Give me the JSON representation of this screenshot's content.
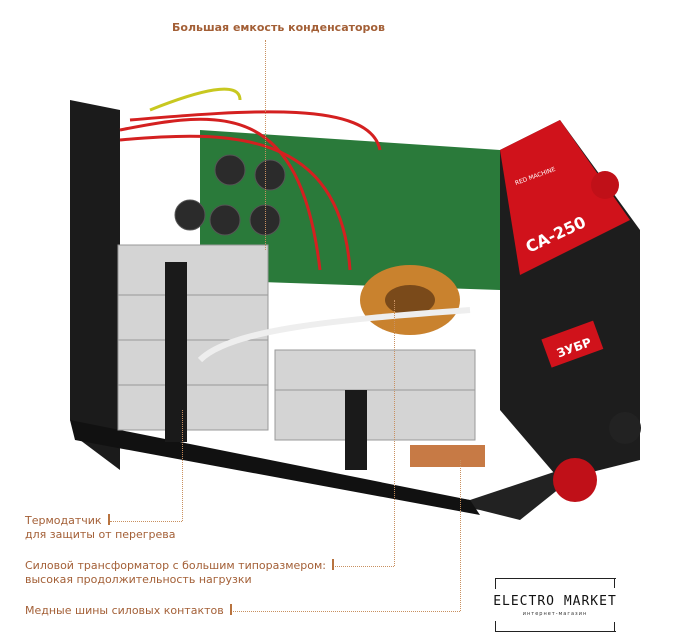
{
  "annotations": {
    "capacitors": "Большая емкость конденсаторов",
    "thermo_line1": "Термодатчик",
    "thermo_line2": "для защиты от перегрева",
    "transformer_line1": "Силовой трансформатор с большим типоразмером:",
    "transformer_line2": "высокая продолжительность нагрузки",
    "copper": "Медные шины силовых контактов"
  },
  "device": {
    "brand_badge": "ЗУБР",
    "panel_brand": "RED MACHINE",
    "model": "СА-250"
  },
  "logo": {
    "title": "ELECTRO MARKET",
    "subtitle": "интернет-магазин"
  },
  "colors": {
    "accent": "#a35f36",
    "device_red": "#d0121b"
  }
}
